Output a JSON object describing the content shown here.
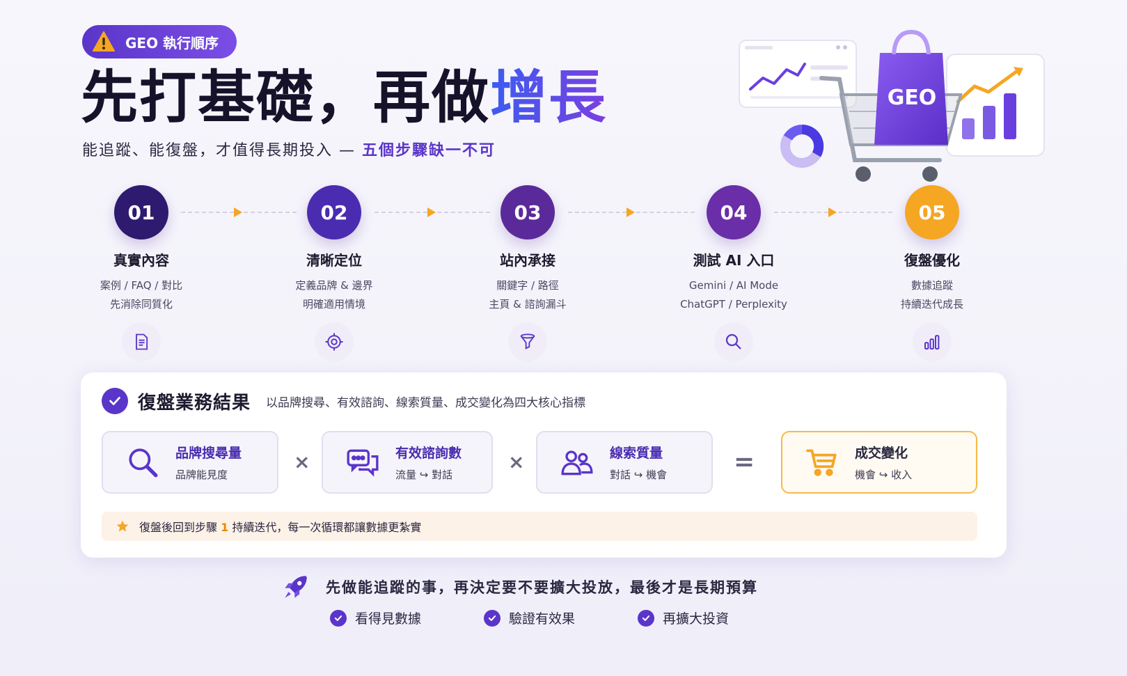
{
  "badge": {
    "label": "GEO 執行順序"
  },
  "hero": {
    "title_main": "先打基礎，再做",
    "title_accent": "增長",
    "subtitle_main": "能追蹤、能復盤，才值得長期投入 — ",
    "subtitle_highlight": "五個步驟缺一不可"
  },
  "illustration": {
    "bag_label": "GEO"
  },
  "steps": [
    {
      "num": "01",
      "title": "真實內容",
      "line1": "案例 / FAQ / 對比",
      "line2": "先消除同質化",
      "icon": "document-icon",
      "color": "#2e1a6e"
    },
    {
      "num": "02",
      "title": "清晰定位",
      "line1": "定義品牌 & 邊界",
      "line2": "明確適用情境",
      "icon": "target-icon",
      "color": "#4a2cb0"
    },
    {
      "num": "03",
      "title": "站內承接",
      "line1": "關鍵字 / 路徑",
      "line2": "主頁 & 諮詢漏斗",
      "icon": "funnel-icon",
      "color": "#5b2a9a"
    },
    {
      "num": "04",
      "title": "測試 AI 入口",
      "line1": "Gemini / AI Mode",
      "line2": "ChatGPT / Perplexity",
      "icon": "search-icon",
      "color": "#6a2ea8"
    },
    {
      "num": "05",
      "title": "復盤優化",
      "line1": "數據追蹤",
      "line2": "持續迭代成長",
      "icon": "bar-chart-icon",
      "color": "#f5a623"
    }
  ],
  "results": {
    "title": "復盤業務結果",
    "subtitle": "以品牌搜尋、有效諮詢、線索質量、成交變化為四大核心指標",
    "metrics": [
      {
        "title": "品牌搜尋量",
        "sub": "品牌能見度",
        "icon": "search-icon"
      },
      {
        "title": "有效諮詢數",
        "sub": "流量 ↪ 對話",
        "icon": "chat-icon"
      },
      {
        "title": "線索質量",
        "sub": "對話 ↪ 機會",
        "icon": "users-icon"
      },
      {
        "title": "成交變化",
        "sub": "機會 ↪ 收入",
        "icon": "cart-icon"
      }
    ],
    "op_times": "×",
    "op_equals": "=",
    "note_before": "復盤後回到步驟",
    "note_num": "1",
    "note_after": "持續迭代，每一次循環都讓數據更紮實"
  },
  "footer": {
    "headline": "先做能追蹤的事，再決定要不要擴大投放，最後才是長期預算",
    "checks": [
      "看得見數據",
      "驗證有效果",
      "再擴大投資"
    ]
  },
  "colors": {
    "primary": "#5a35c9",
    "accent": "#f5a623",
    "text": "#1d1b2e"
  }
}
